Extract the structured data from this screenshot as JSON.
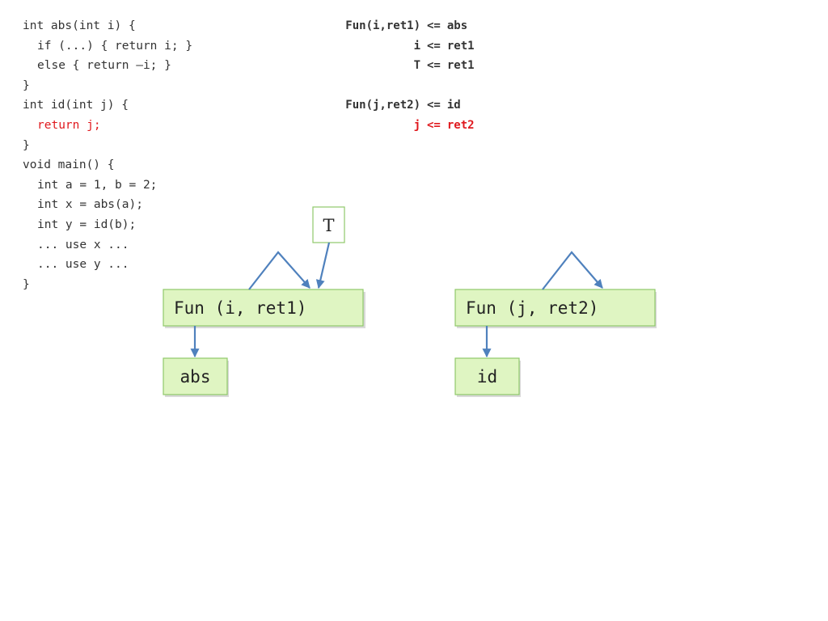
{
  "code_lines": [
    "int abs(int i) {",
    "if (...) { return i; }",
    "else { return –i; }",
    "}",
    "int id(int j) {",
    "return j;",
    "}",
    "void main() {",
    "int a = 1, b = 2;",
    "int x = abs(a);",
    "int y = id(b);",
    "... use x ...",
    "... use y ...",
    "}"
  ],
  "constraints": [
    {
      "lhs": "Fun(i,ret1)",
      "op": "<=",
      "rhs": "abs"
    },
    {
      "lhs": "i",
      "op": "<=",
      "rhs": "ret1"
    },
    {
      "lhs": "T",
      "op": "<=",
      "rhs": "ret1"
    },
    {
      "lhs": "Fun(j,ret2)",
      "op": "<=",
      "rhs": "id"
    },
    {
      "lhs": "j",
      "op": "<=",
      "rhs": "ret2"
    }
  ],
  "diagram": {
    "top_node": "T",
    "left": {
      "fun_node": "Fun (i, ret1)",
      "name_node": "abs"
    },
    "right": {
      "fun_node": "Fun (j, ret2)",
      "name_node": "id"
    }
  },
  "colors": {
    "highlight": "#e0191e",
    "node_fill": "#dff5c2",
    "node_border": "#8fc96a",
    "edge": "#4f81bd",
    "text": "#333333"
  }
}
